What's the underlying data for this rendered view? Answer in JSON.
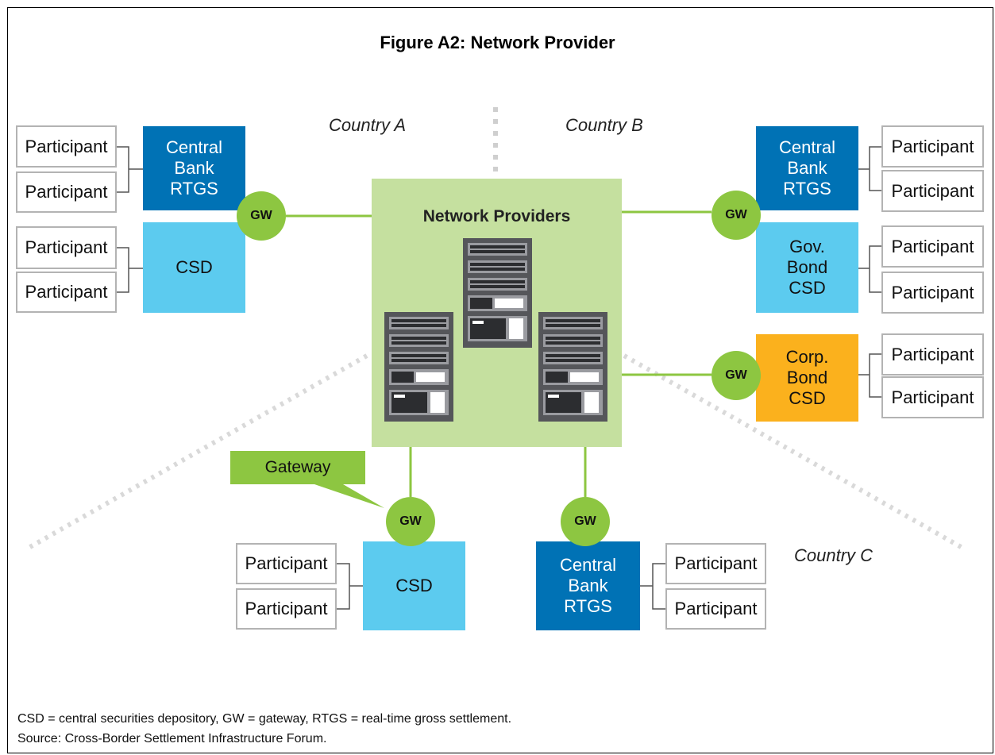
{
  "title": "Figure A2: Network Provider",
  "countries": {
    "a": "Country A",
    "b": "Country B",
    "c": "Country C"
  },
  "network_label": "Network Providers",
  "gateway_callout": "Gateway",
  "gw_label": "GW",
  "participant_label": "Participant",
  "nodes": {
    "a_rtgs": "Central Bank RTGS",
    "a_csd": "CSD",
    "b_rtgs": "Central Bank RTGS",
    "b_gov": "Gov. Bond CSD",
    "b_corp": "Corp. Bond CSD",
    "c_csd": "CSD",
    "c_rtgs": "Central Bank RTGS"
  },
  "footnotes": {
    "abbrev": "CSD = central securities depository, GW = gateway, RTGS = real-time gross settlement.",
    "source": "Source: Cross-Border Settlement Infrastructure Forum."
  },
  "colors": {
    "rtgs": "#0072b5",
    "csd": "#5ccbef",
    "corp_csd": "#fbb11d",
    "gateway": "#8dc641",
    "network": "#c5e09f",
    "server": "#55565a"
  }
}
